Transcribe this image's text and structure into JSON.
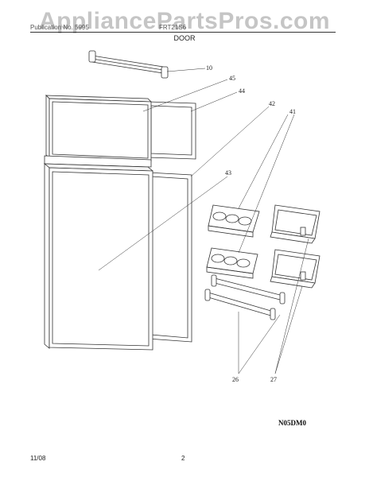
{
  "watermark": "AppliancePartsPros.com",
  "header": {
    "left_text": "Publication No. 5995",
    "right_text": "FRT21S6"
  },
  "section_title": "DOOR",
  "callouts": {
    "c10": "10",
    "c45": "45",
    "c44": "44",
    "c42": "42",
    "c41": "41",
    "c43": "43",
    "c26": "26",
    "c27": "27"
  },
  "diagram_code": "N05DM0",
  "footer": {
    "date": "11/08",
    "page": "2"
  }
}
